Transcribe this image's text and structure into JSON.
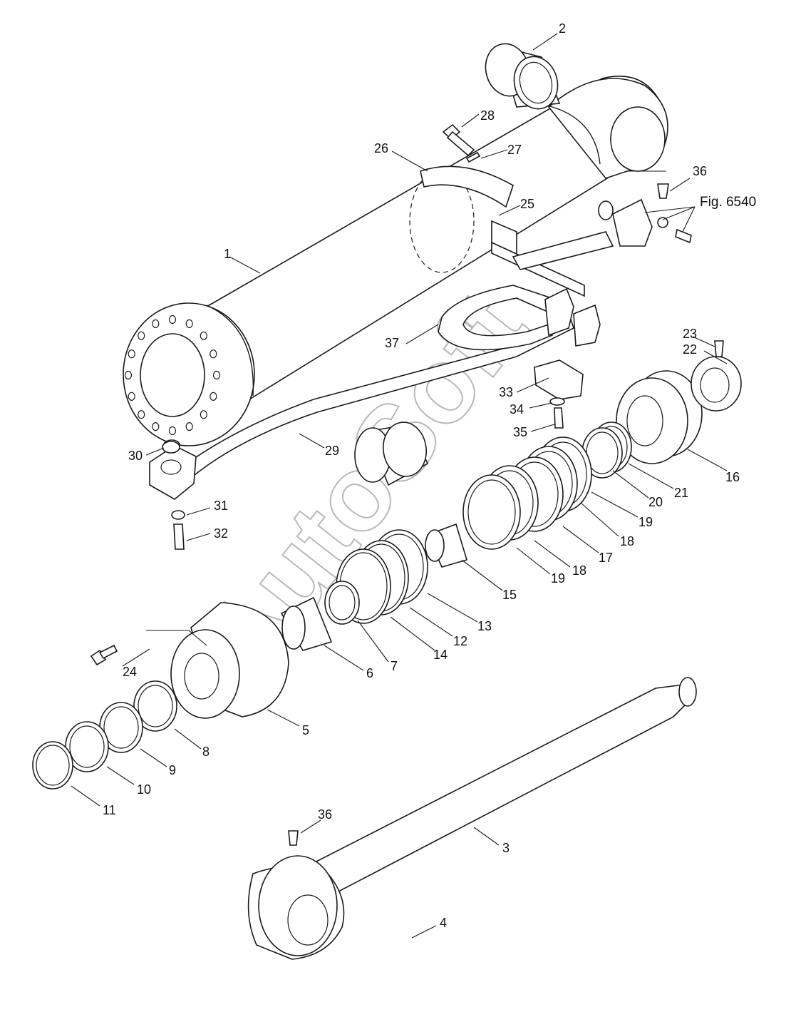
{
  "figure_label": "Fig. 6540",
  "watermark": "AutoSoft",
  "callouts": [
    "1",
    "2",
    "3",
    "4",
    "5",
    "6",
    "7",
    "8",
    "9",
    "10",
    "11",
    "12",
    "13",
    "14",
    "15",
    "16",
    "17",
    "18",
    "18",
    "19",
    "19",
    "20",
    "21",
    "22",
    "23",
    "24",
    "25",
    "26",
    "27",
    "28",
    "29",
    "30",
    "31",
    "32",
    "33",
    "34",
    "35",
    "36",
    "36",
    "37"
  ],
  "colors": {
    "line": "#1a1a1a",
    "watermark": "#b8b8b8",
    "background": "#ffffff"
  }
}
